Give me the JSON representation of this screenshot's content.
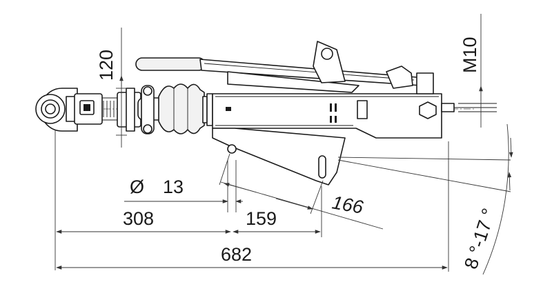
{
  "dimensions": {
    "diameter_symbol": "Ø",
    "diameter_value": "13",
    "overall_length": "682",
    "length_to_hole": "308",
    "hole_to_mount": "159",
    "slant_length": "166",
    "height": "120",
    "thread": "M10",
    "angle_range": "8 °-17 °"
  }
}
